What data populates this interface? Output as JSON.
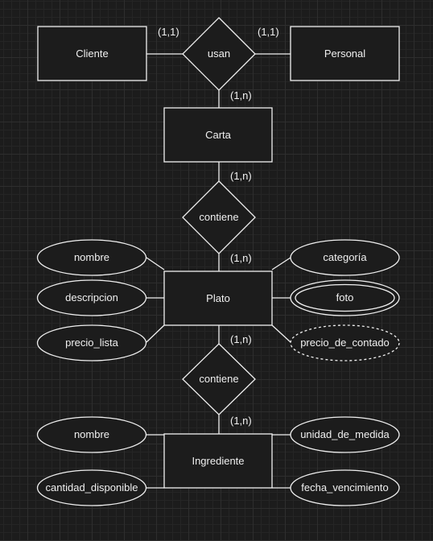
{
  "entities": {
    "cliente": "Cliente",
    "personal": "Personal",
    "carta": "Carta",
    "plato": "Plato",
    "ingrediente": "Ingrediente"
  },
  "relationships": {
    "usan": "usan",
    "contiene_carta_plato": "contiene",
    "contiene_plato_ingrediente": "contiene"
  },
  "attributes": {
    "plato": {
      "nombre": "nombre",
      "descripcion": "descripcion",
      "precio_lista": "precio_lista",
      "categoria": "categoría",
      "foto": "foto",
      "precio_de_contado": "precio_de_contado"
    },
    "ingrediente": {
      "nombre": "nombre",
      "cantidad_disponible": "cantidad_disponible",
      "unidad_de_medida": "unidad_de_medida",
      "fecha_vencimiento": "fecha_vencimiento"
    }
  },
  "cardinalities": {
    "cliente_usan": "(1,1)",
    "personal_usan": "(1,1)",
    "usan_carta": "(1,n)",
    "carta_contiene": "(1,n)",
    "contiene_plato": "(1,n)",
    "plato_contiene": "(1,n)",
    "contiene_ingrediente": "(1,n)"
  }
}
